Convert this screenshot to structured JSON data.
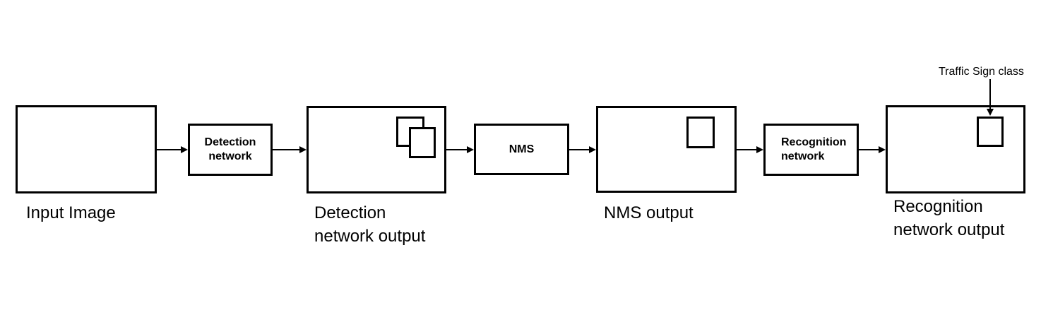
{
  "diagram": {
    "background_color": "#ffffff",
    "line_color": "#000000",
    "nodes": {
      "input_image": {
        "caption": "Input Image"
      },
      "detection_network": {
        "label_line1": "Detection",
        "label_line2": "network"
      },
      "detection_output": {
        "caption_line1": "Detection",
        "caption_line2": "network output"
      },
      "nms": {
        "label": "NMS"
      },
      "nms_output": {
        "caption": "NMS output"
      },
      "recognition_network": {
        "label_line1": "Recognition",
        "label_line2": "network"
      },
      "recognition_output": {
        "caption_line1": "Recognition",
        "caption_line2": "network output"
      }
    },
    "annotation": {
      "label": "Traffic Sign class"
    }
  }
}
